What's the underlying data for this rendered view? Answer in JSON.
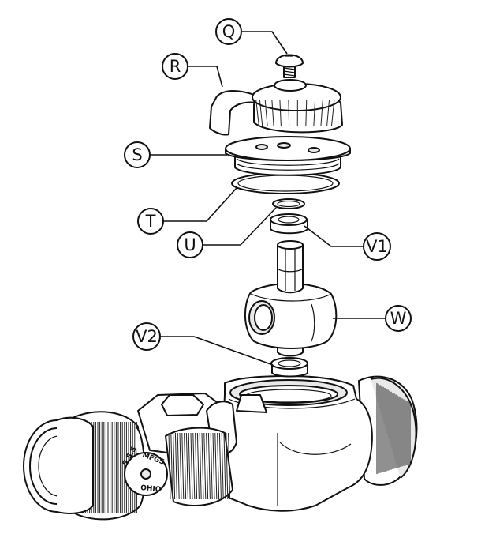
{
  "diagram": {
    "callouts": [
      {
        "id": "Q",
        "label": "Q",
        "part": "screw"
      },
      {
        "id": "R",
        "label": "R",
        "part": "handle"
      },
      {
        "id": "S",
        "label": "S",
        "part": "retainer-plate"
      },
      {
        "id": "T",
        "label": "T",
        "part": "o-ring-large"
      },
      {
        "id": "U",
        "label": "U",
        "part": "o-ring-small"
      },
      {
        "id": "V1",
        "label": "V1",
        "part": "seat-upper"
      },
      {
        "id": "W",
        "label": "W",
        "part": "ball"
      },
      {
        "id": "V2",
        "label": "V2",
        "part": "seat-lower"
      }
    ],
    "union_nut_text": [
      "S.S.S",
      "MFGS",
      "OHIO"
    ]
  }
}
